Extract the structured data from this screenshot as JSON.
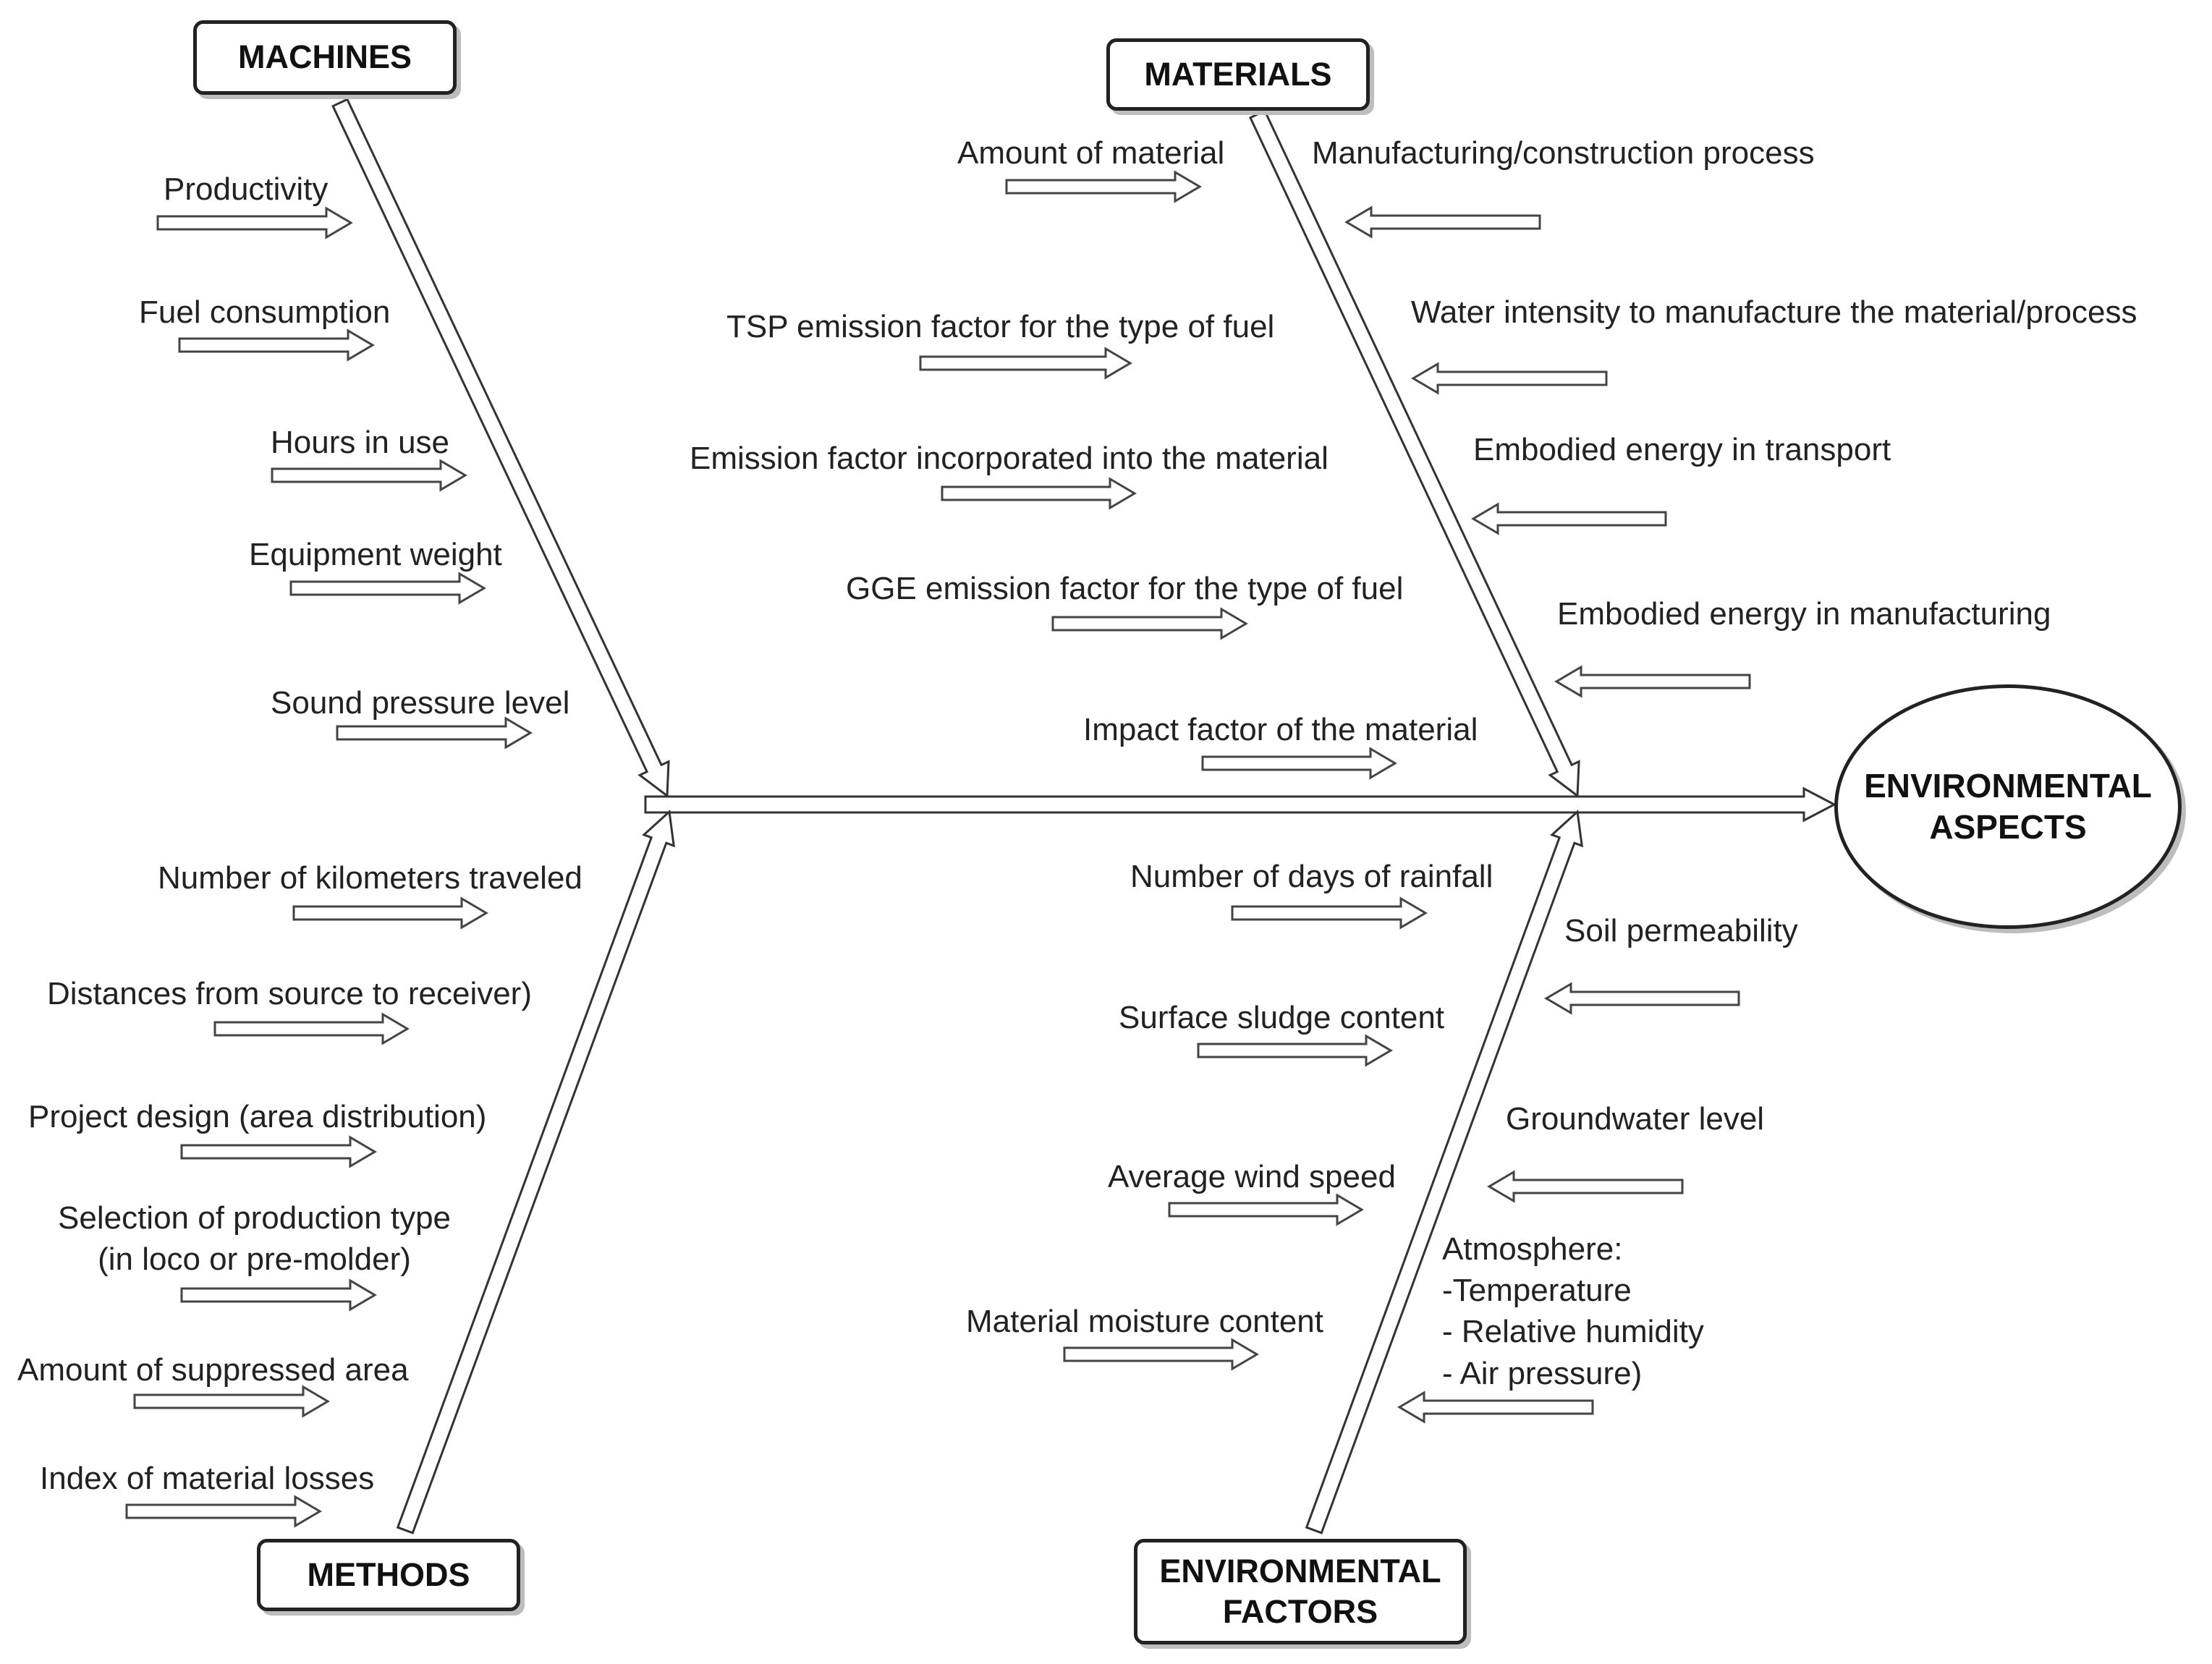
{
  "effect": "ENVIRONMENTAL\nASPECTS",
  "categories": {
    "machines": "MACHINES",
    "materials": "MATERIALS",
    "methods": "METHODS",
    "environmental_factors": "ENVIRONMENTAL\nFACTORS"
  },
  "causes": {
    "machines": [
      "Productivity",
      "Fuel consumption",
      "Hours in use",
      "Equipment weight",
      "Sound pressure level"
    ],
    "materials_left": [
      "Amount of material",
      "TSP emission factor for the type of fuel",
      "Emission factor incorporated into the material",
      "GGE emission factor for the type of fuel",
      "Impact factor of the material"
    ],
    "materials_right": [
      "Manufacturing/construction process",
      "Water intensity to manufacture the material/process",
      "Embodied energy in transport",
      "Embodied energy in manufacturing"
    ],
    "methods": [
      "Number of kilometers traveled",
      "Distances from source to receiver)",
      "Project design (area distribution)",
      "Selection of production type\n(in loco or pre-molder)",
      "Amount of suppressed area",
      "Index of material losses"
    ],
    "environmental_left": [
      "Number of days of rainfall",
      "Surface sludge content",
      "Average wind speed",
      "Material moisture content"
    ],
    "environmental_right": [
      "Soil permeability",
      "Groundwater level",
      "Atmosphere:\n-Temperature\n- Relative humidity\n- Air pressure)"
    ]
  }
}
